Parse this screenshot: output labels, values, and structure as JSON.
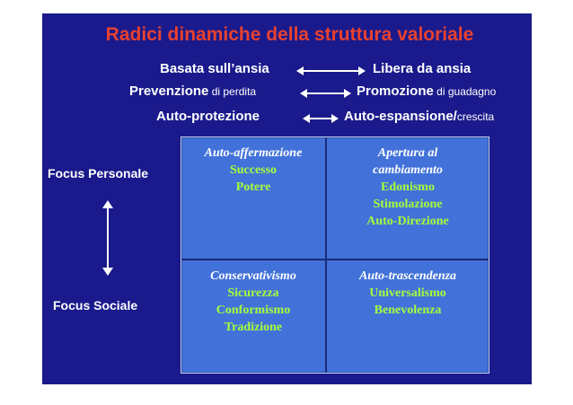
{
  "title": "Radici dinamiche della struttura valoriale",
  "rows": [
    {
      "left": "Basata sull’ansia",
      "left_suffix": "",
      "right": "Libera da ansia",
      "right_suffix": ""
    },
    {
      "left": "Prevenzione",
      "left_suffix": " di perdita",
      "right": "Promozione",
      "right_suffix": " di guadagno"
    },
    {
      "left": "Auto-protezione",
      "left_suffix": "",
      "right": "Auto-espansione/",
      "right_suffix": "crescita"
    }
  ],
  "focus": {
    "personal": "Focus Personale",
    "social": "Focus Sociale"
  },
  "quadrants": {
    "top_left": {
      "heading": "Auto-affermazione",
      "items": [
        "Successo",
        "Potere"
      ]
    },
    "top_right": {
      "heading": "Apertura al cambiamento",
      "heading_lines": [
        "Apertura al",
        "cambiamento"
      ],
      "items": [
        "Edonismo",
        "Stimolazione",
        "Auto-Direzione"
      ]
    },
    "bottom_left": {
      "heading": "Conservativismo",
      "items": [
        "Sicurezza",
        "Conformismo",
        "Tradizione"
      ]
    },
    "bottom_right": {
      "heading": "Auto-trascendenza",
      "items": [
        "Universalismo",
        "Benevolenza"
      ]
    }
  },
  "colors": {
    "background": "#1a1a8c",
    "title": "#e8412f",
    "grid": "#4272d9",
    "item_text": "#a8ff3a",
    "label_text": "#ffffff"
  }
}
